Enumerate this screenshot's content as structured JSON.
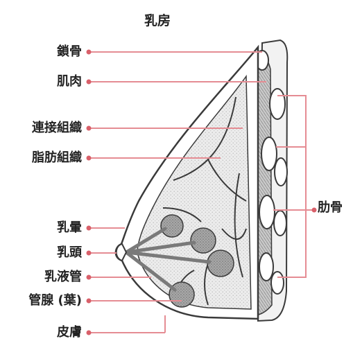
{
  "title": "乳房",
  "labels": {
    "clavicle": "鎖骨",
    "muscle": "肌肉",
    "connective_tissue": "連接組織",
    "fat_tissue": "脂肪組織",
    "areola": "乳暈",
    "nipple": "乳頭",
    "milk_duct": "乳液管",
    "lobule": "管腺 (葉)",
    "skin": "皮膚",
    "ribs": "肋骨"
  },
  "colors": {
    "leader_line": "#e58c93",
    "leader_dot": "#d9606a",
    "outline": "#3a3a3a",
    "tissue": "#e8e8e8",
    "lobule": "#9a9a9a"
  }
}
